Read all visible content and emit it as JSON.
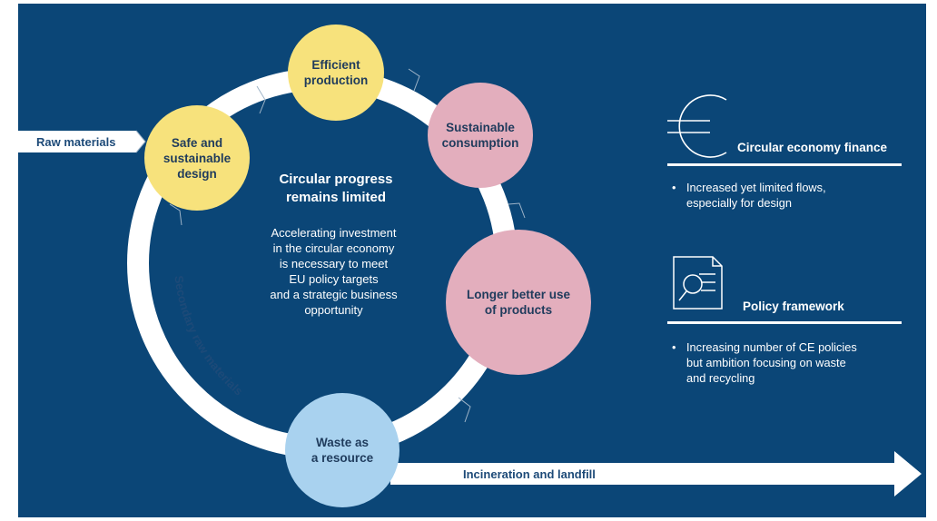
{
  "colors": {
    "background": "#0b4677",
    "yellow_node": "#f7e27c",
    "pink_node": "#e3aebd",
    "blue_node": "#a9d2ef",
    "arrow": "#ffffff",
    "node_text": "#1f3b5c"
  },
  "diagram": {
    "center_title": "Circular progress\nremains limited",
    "center_body": "Accelerating investment\nin the circular economy\nis necessary to meet\nEU policy targets\nand a strategic business\nopportunity",
    "nodes": [
      {
        "id": "efficient-production",
        "label": "Efficient\nproduction",
        "color": "yellow"
      },
      {
        "id": "sustainable-consumption",
        "label": "Sustainable\nconsumption",
        "color": "pink"
      },
      {
        "id": "safe-sustainable-design",
        "label": "Safe and\nsustainable\ndesign",
        "color": "yellow"
      },
      {
        "id": "longer-better-use",
        "label": "Longer better use\nof products",
        "color": "pink"
      },
      {
        "id": "waste-as-resource",
        "label": "Waste as\na resource",
        "color": "blue"
      }
    ],
    "inflow_label": "Raw materials",
    "outflow_label": "Incineration and landfill",
    "loop_label": "Secondary raw materials"
  },
  "side_panels": [
    {
      "id": "finance",
      "icon": "euro-icon",
      "title": "Circular economy finance",
      "bullet": "Increased yet limited flows,\nespecially for design"
    },
    {
      "id": "policy",
      "icon": "document-magnifier-icon",
      "title": "Policy framework",
      "bullet": "Increasing number of CE policies\nbut ambition focusing on waste\nand recycling"
    }
  ]
}
